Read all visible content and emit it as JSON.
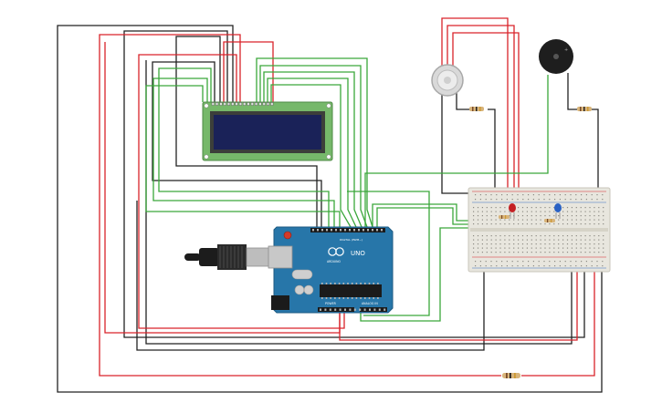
{
  "arduino": {
    "name": "UNO",
    "label_power": "POWER",
    "label_analog": "ANALOG IN",
    "label_digital": "DIGITAL (PWM~)",
    "label_brand": "ARDUINO"
  },
  "components": {
    "lcd": "lcd-16x2",
    "gas_sensor": "gas-sensor",
    "buzzer": "piezo-buzzer",
    "breadboard": "breadboard-half",
    "led_red": "red-led",
    "led_blue": "blue-led",
    "usb": "usb-cable"
  },
  "colors": {
    "wire_red": "#d9232a",
    "wire_black": "#222222",
    "wire_green": "#3aa73a",
    "arduino_board": "#2776a9",
    "lcd_pcb": "#76b86a",
    "lcd_screen": "#1a2258",
    "breadboard": "#e8e6de",
    "sensor": "#d9d9d9"
  }
}
